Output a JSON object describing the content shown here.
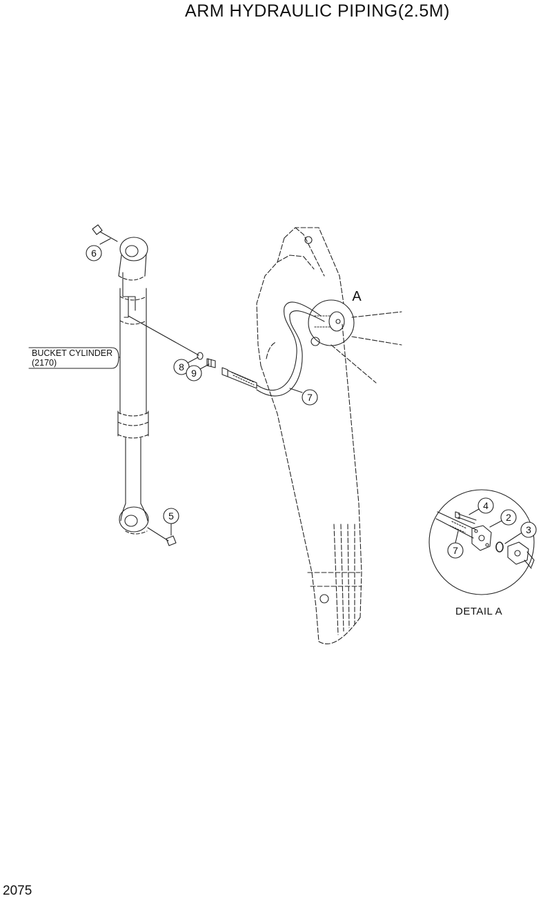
{
  "title": "ARM HYDRAULIC PIPING(2.5M)",
  "page_number": "2075",
  "reference_label": {
    "line1": "BUCKET CYLINDER",
    "line2": "(2170)"
  },
  "detail_marker": "A",
  "detail_label": "DETAIL  A",
  "callouts": {
    "c1": "6",
    "c2": "8",
    "c3": "9",
    "c4": "7",
    "c5": "5",
    "c6": "4",
    "c7": "2",
    "c8": "3",
    "c9": "7"
  }
}
